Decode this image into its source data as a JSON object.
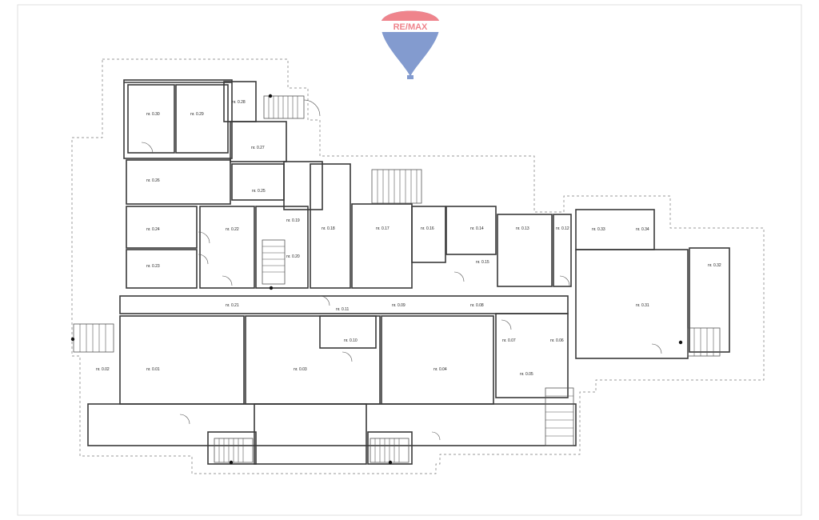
{
  "logo": {
    "text": "RE/MAX",
    "colors": {
      "red": "#e2202f",
      "blue": "#1f4aa8",
      "white": "#ffffff"
    }
  },
  "rooms": [
    {
      "id": "r030",
      "label": "nr. 0.30"
    },
    {
      "id": "r029",
      "label": "nr. 0.29"
    },
    {
      "id": "r028",
      "label": "nr. 0.28"
    },
    {
      "id": "r027",
      "label": "nr. 0.27"
    },
    {
      "id": "r026",
      "label": "nr. 0.26"
    },
    {
      "id": "r025",
      "label": "nr. 0.25"
    },
    {
      "id": "r024",
      "label": "nr. 0.24"
    },
    {
      "id": "r023",
      "label": "nr. 0.23"
    },
    {
      "id": "r022",
      "label": "nr. 0.22"
    },
    {
      "id": "r021",
      "label": "nr. 0.21"
    },
    {
      "id": "r020",
      "label": "nr. 0.20"
    },
    {
      "id": "r019",
      "label": "nr. 0.19"
    },
    {
      "id": "r018",
      "label": "nr. 0.18"
    },
    {
      "id": "r017",
      "label": "nr. 0.17"
    },
    {
      "id": "r016",
      "label": "nr. 0.16"
    },
    {
      "id": "r015",
      "label": "nr. 0.15"
    },
    {
      "id": "r014",
      "label": "nr. 0.14"
    },
    {
      "id": "r013",
      "label": "nr. 0.13"
    },
    {
      "id": "r012",
      "label": "nr. 0.12"
    },
    {
      "id": "r011",
      "label": "nr. 0.11"
    },
    {
      "id": "r010",
      "label": "nr. 0.10"
    },
    {
      "id": "r009",
      "label": "nr. 0.09"
    },
    {
      "id": "r008",
      "label": "nr. 0.08"
    },
    {
      "id": "r007",
      "label": "nr. 0.07"
    },
    {
      "id": "r006",
      "label": "nr. 0.06"
    },
    {
      "id": "r005",
      "label": "nr. 0.05"
    },
    {
      "id": "r004",
      "label": "nr. 0.04"
    },
    {
      "id": "r003",
      "label": "nr. 0.03"
    },
    {
      "id": "r002",
      "label": "nr. 0.02"
    },
    {
      "id": "r001",
      "label": "nr. 0.01"
    },
    {
      "id": "r031",
      "label": "nr. 0.31"
    },
    {
      "id": "r032",
      "label": "nr. 0.32"
    },
    {
      "id": "r033",
      "label": "nr. 0.33"
    },
    {
      "id": "r034",
      "label": "nr. 0.34"
    }
  ]
}
